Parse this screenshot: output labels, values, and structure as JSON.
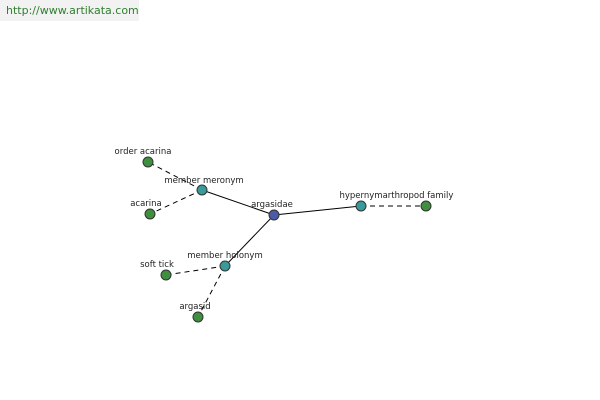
{
  "watermark": "http://www.artikata.com",
  "colors": {
    "center": "#4a5ba8",
    "relation": "#3a9a9a",
    "leaf": "#3f8f3f"
  },
  "nodes": {
    "center": "argasidae",
    "member_meronym": "member meronym",
    "member_holonym": "member holonym",
    "hypernym": "hypernym",
    "order_acarina": "order acarina",
    "acarina": "acarina",
    "soft_tick": "soft tick",
    "argasid": "argasid",
    "arthropod_family": "arthropod family"
  }
}
